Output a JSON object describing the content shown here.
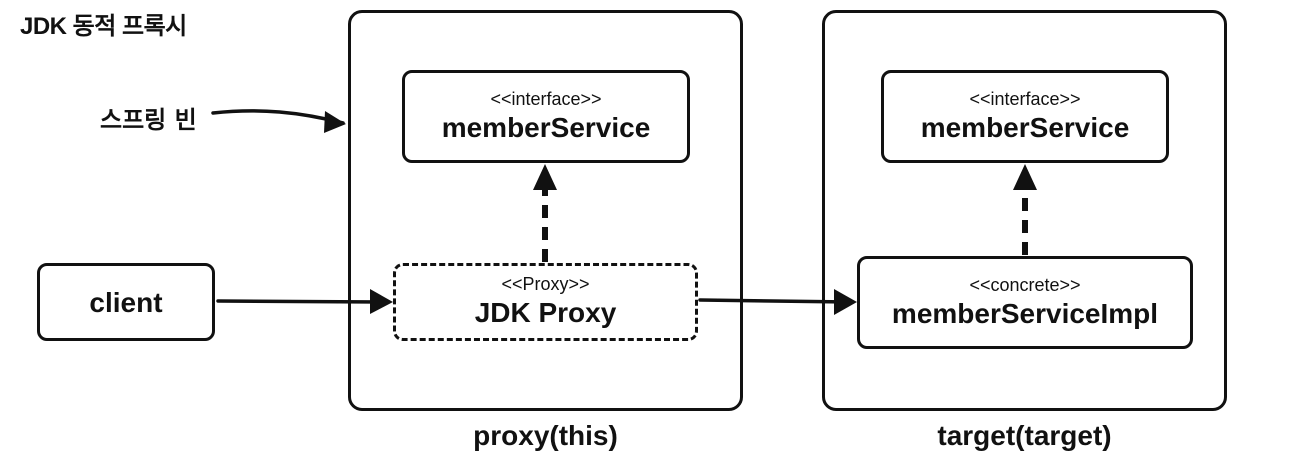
{
  "title": "JDK 동적 프록시",
  "bean_label": "스프링 빈",
  "client": {
    "name": "client"
  },
  "proxy_container": {
    "caption": "proxy(this)",
    "interface_box": {
      "stereotype": "<<interface>>",
      "name": "memberService"
    },
    "proxy_box": {
      "stereotype": "<<Proxy>>",
      "name": "JDK Proxy"
    }
  },
  "target_container": {
    "caption": "target(target)",
    "interface_box": {
      "stereotype": "<<interface>>",
      "name": "memberService"
    },
    "impl_box": {
      "stereotype": "<<concrete>>",
      "name": "memberServiceImpl"
    }
  }
}
